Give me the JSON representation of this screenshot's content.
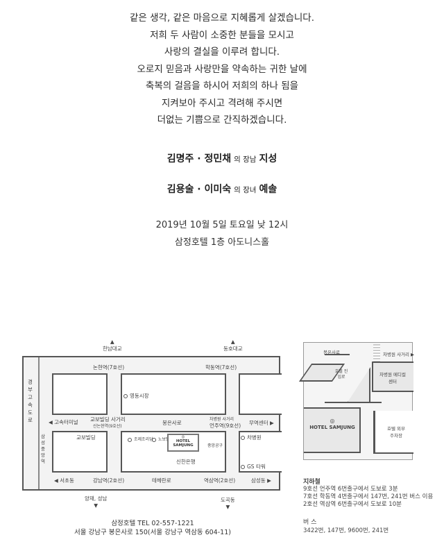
{
  "message": [
    "같은 생각, 같은 마음으로 지혜롭게 살겠습니다.",
    "저희 두 사람이 소중한 분들을 모시고",
    "사랑의 결실을 이루려 합니다.",
    "오로지 믿음과 사랑만을 약속하는 귀한 날에",
    "축복의 걸음을 하시어 저희의 하나 됨을",
    "지켜보아 주시고 격려해 주시면",
    "더없는 기쁨으로 간직하겠습니다."
  ],
  "groom": {
    "parents": "김명주 · 정민채",
    "relation": "의 장남",
    "name": "지성"
  },
  "bride": {
    "parents": "김용술 · 이미숙",
    "relation": "의 장녀",
    "name": "예솔"
  },
  "date": "2019년 10월 5일 토요일 낮 12시",
  "venue": "삼정호텔 1층 아도니스홀",
  "map": {
    "north1": "한남대교",
    "north2": "동호대교",
    "top_left_station": "논현역(7호선)",
    "top_right_station": "학동역(7호선)",
    "highway": "경부고속도로",
    "market": "영동시장",
    "terminal": "◀ 고속터미널",
    "kyobo_intersection": "교보빌딩 사거리",
    "sinnonhyeon": "신논현역(9호선)",
    "bongeunsa_ro": "봉은사로",
    "cha_intersection": "차병원 사거리",
    "eonju_station": "언주역(9호선)",
    "trade_center": "무역센터 ▶",
    "kyobo_building": "교보빌딩",
    "samseong_ro": "삼성중앙역",
    "poi1": "조제조리당",
    "poi2": "노보텔",
    "hotel": "HOTEL SAMJUNG",
    "police": "중앙공구",
    "cha_hospital": "차병원",
    "shinhan": "신한은행",
    "gs_tower": "GS 타워",
    "seocho": "◀ 서초동",
    "gangnam_station": "강남역(2호선)",
    "teheran_ro": "테헤란로",
    "yeoksam_station": "역삼역(2호선)",
    "samseong_dong": "삼성동 ▶",
    "south1": "양재, 성남",
    "south2": "도곡동"
  },
  "hotel_info": {
    "name_tel": "삼정호텔  TEL 02-557-1221",
    "address": "서울 강남구 봉은사로 150(서울 강남구 역삼동 604-11)"
  },
  "detail_map": {
    "road": "봉은사로",
    "intersection": "차병원 사거리 ▶",
    "entrance": "호텔 진입로",
    "medical": "차병원 메디컬 센터",
    "parking": "호텔 외부 주차장",
    "hotel": "HOTEL SAMJUNG"
  },
  "transit": {
    "subway_title": "지하철",
    "subway": [
      "9호선 언주역 6번출구에서 도보로 3분",
      "7호선 학동역 4번출구에서 147번, 241번 버스 이용",
      "2호선 역삼역 6번출구에서 도보로 10분"
    ],
    "bus_title": "버  스",
    "bus": "3422번, 147번, 9600번, 241번"
  }
}
